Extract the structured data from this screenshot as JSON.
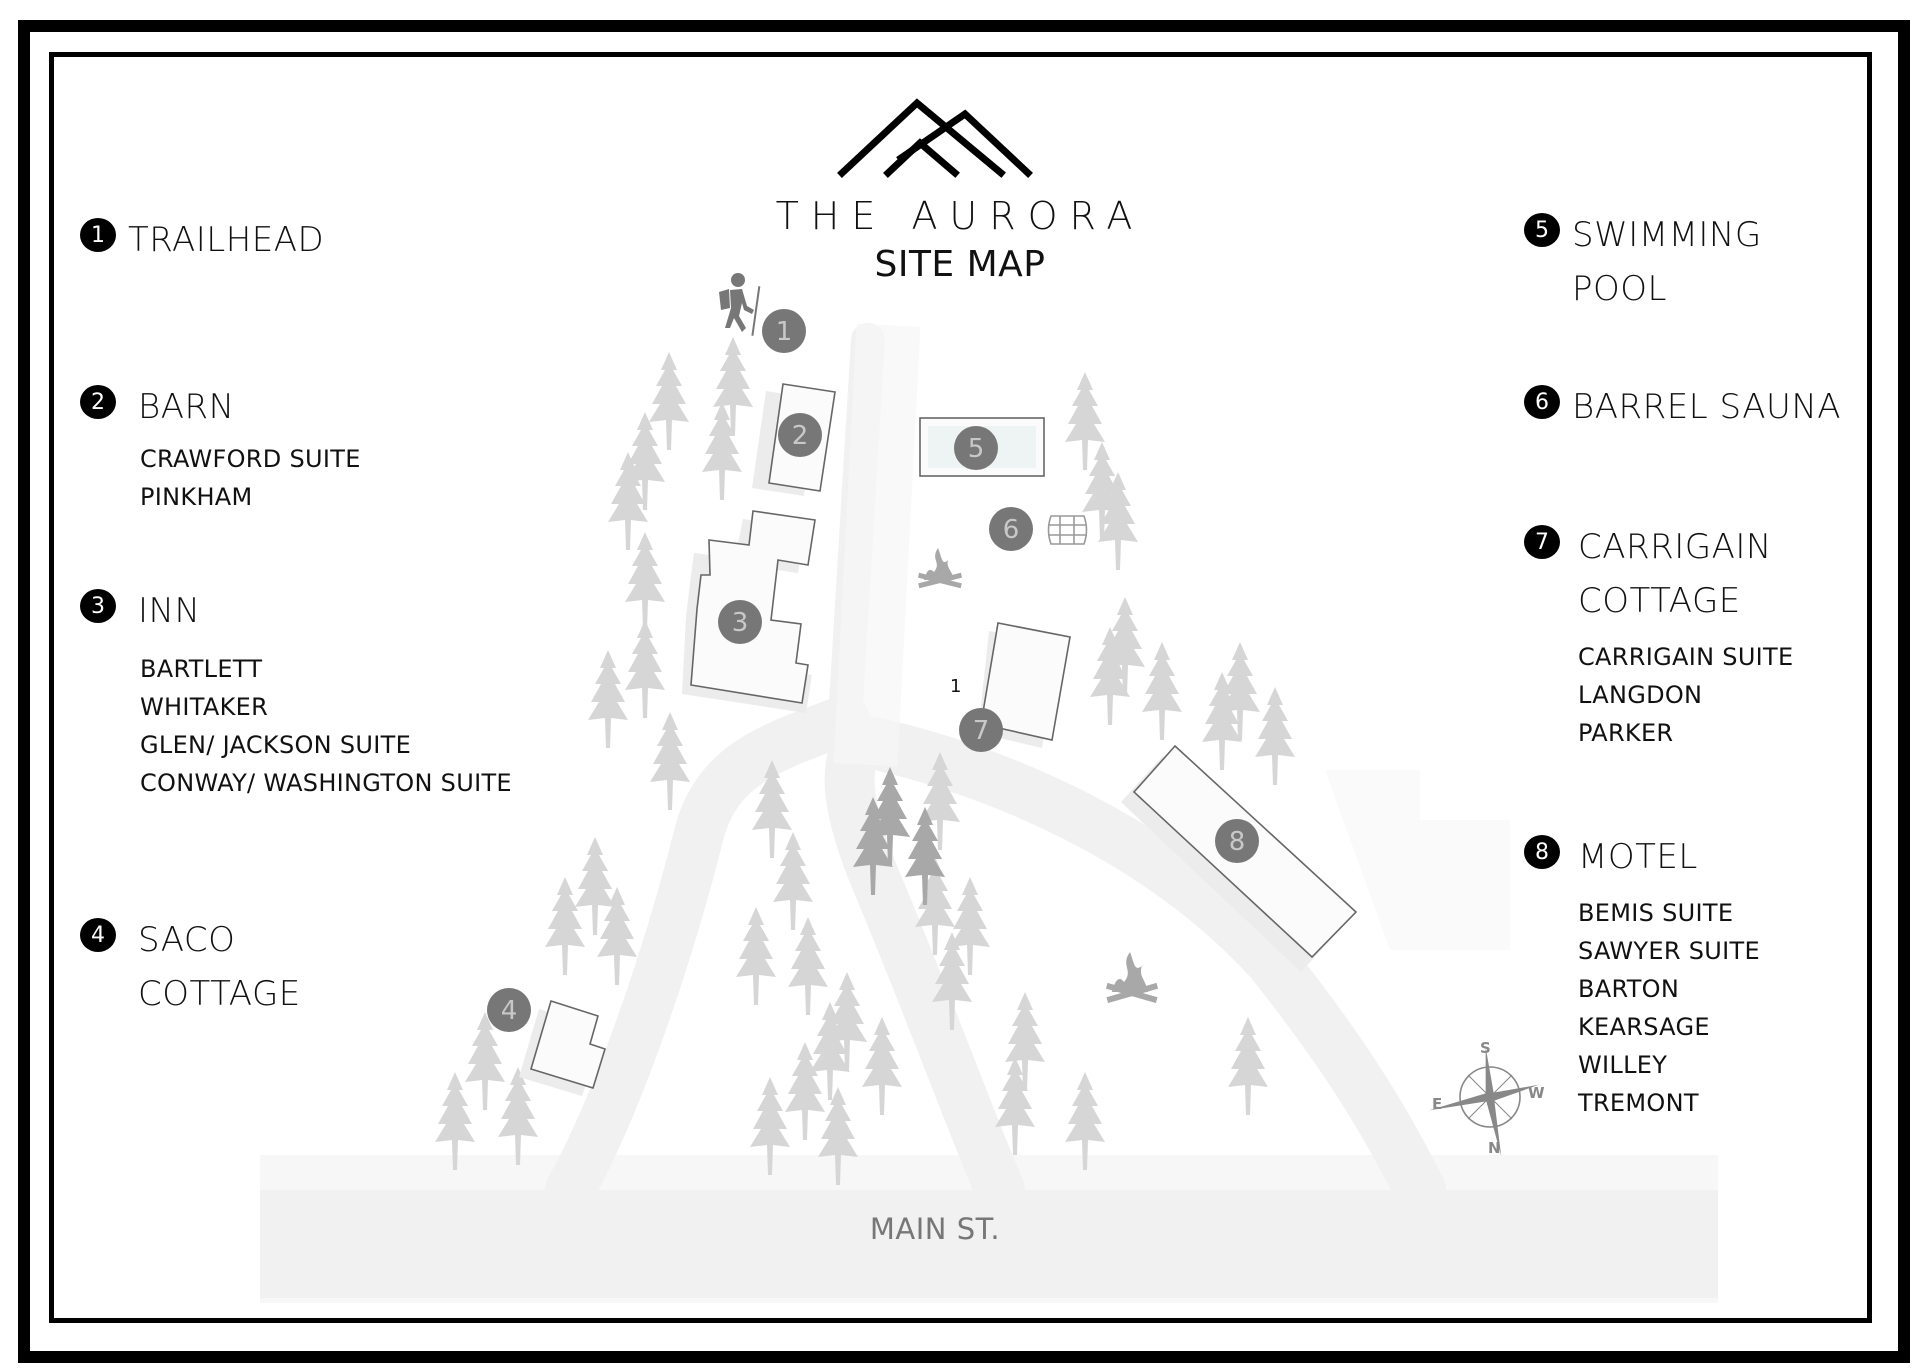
{
  "header": {
    "brand_name": "THE AURORA",
    "subtitle": "SITE MAP",
    "logo_icon": "mountains-icon"
  },
  "legend_left": [
    {
      "num": "1",
      "title_lines": [
        "TRAILHEAD"
      ],
      "subs": []
    },
    {
      "num": "2",
      "title_lines": [
        "BARN"
      ],
      "subs": [
        "CRAWFORD SUITE",
        "PINKHAM"
      ]
    },
    {
      "num": "3",
      "title_lines": [
        "INN"
      ],
      "subs": [
        "BARTLETT",
        "WHITAKER",
        "GLEN/ JACKSON SUITE",
        "CONWAY/ WASHINGTON SUITE"
      ]
    },
    {
      "num": "4",
      "title_lines": [
        "SACO",
        "COTTAGE"
      ],
      "subs": []
    }
  ],
  "legend_right": [
    {
      "num": "5",
      "title_lines": [
        "SWIMMING",
        "POOL"
      ],
      "subs": []
    },
    {
      "num": "6",
      "title_lines": [
        "BARREL SAUNA"
      ],
      "subs": []
    },
    {
      "num": "7",
      "title_lines": [
        "CARRIGAIN",
        "COTTAGE"
      ],
      "subs": [
        "CARRIGAIN SUITE",
        "LANGDON",
        "PARKER"
      ]
    },
    {
      "num": "8",
      "title_lines": [
        "MOTEL"
      ],
      "subs": [
        "BEMIS SUITE",
        "SAWYER SUITE",
        "BARTON",
        "KEARSAGE",
        "WILLEY",
        "TREMONT"
      ]
    }
  ],
  "map": {
    "markers": [
      {
        "num": "1",
        "label": "Trailhead"
      },
      {
        "num": "2",
        "label": "Barn"
      },
      {
        "num": "3",
        "label": "Inn"
      },
      {
        "num": "4",
        "label": "Saco Cottage"
      },
      {
        "num": "5",
        "label": "Swimming Pool"
      },
      {
        "num": "6",
        "label": "Barrel Sauna"
      },
      {
        "num": "7",
        "label": "Carrigain Cottage"
      },
      {
        "num": "8",
        "label": "Motel"
      }
    ],
    "street_label": "MAIN ST.",
    "stray_label": "1",
    "compass": {
      "s": "S",
      "w": "W",
      "e": "E",
      "n": "N"
    },
    "icons": [
      "hiker-icon",
      "barrel-icon",
      "campfire-icon",
      "campfire-icon",
      "compass-icon",
      "tree-icon"
    ]
  },
  "colors": {
    "ink": "#111111",
    "marker": "#777777",
    "marker_text": "#c8c8c8",
    "road": "#f1f1f1",
    "tree": "#d6d6d6",
    "tree_dark": "#a8a8a8",
    "pool": "#eef3f3",
    "building_line": "#666666",
    "building_fill": "#fbfbfb",
    "building_shadow": "#ececec"
  }
}
